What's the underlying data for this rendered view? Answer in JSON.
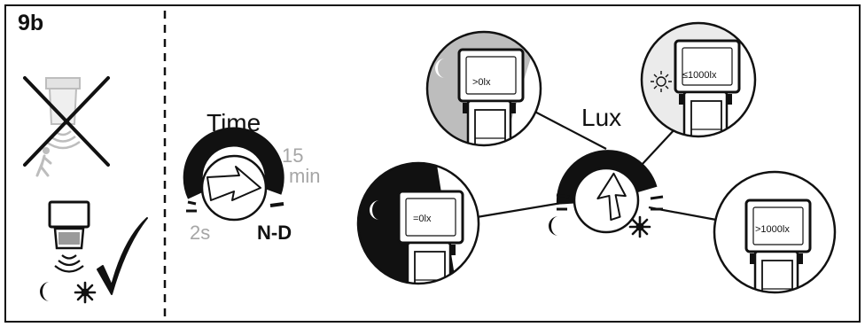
{
  "step_label": "9b",
  "time_dial": {
    "title": "Time",
    "max_value": "15",
    "max_unit": "min",
    "min_label": "2s",
    "mode_label": "N-D"
  },
  "lux_dial": {
    "title": "Lux"
  },
  "presets": [
    {
      "label": ">0lx"
    },
    {
      "label": "≤1000lx"
    },
    {
      "label": "=0lx"
    },
    {
      "label": ">1000lx"
    }
  ],
  "colors": {
    "ink": "#111111",
    "gray_text": "#a6a6a6",
    "mid_gray": "#bdbdbd",
    "light_gray": "#e3e3e3"
  },
  "icons": [
    "moon-icon",
    "sun-icon",
    "motion-waves-icon",
    "walking-person-icon",
    "check-mark-icon",
    "cross-icon",
    "dial-arrow-icon"
  ]
}
